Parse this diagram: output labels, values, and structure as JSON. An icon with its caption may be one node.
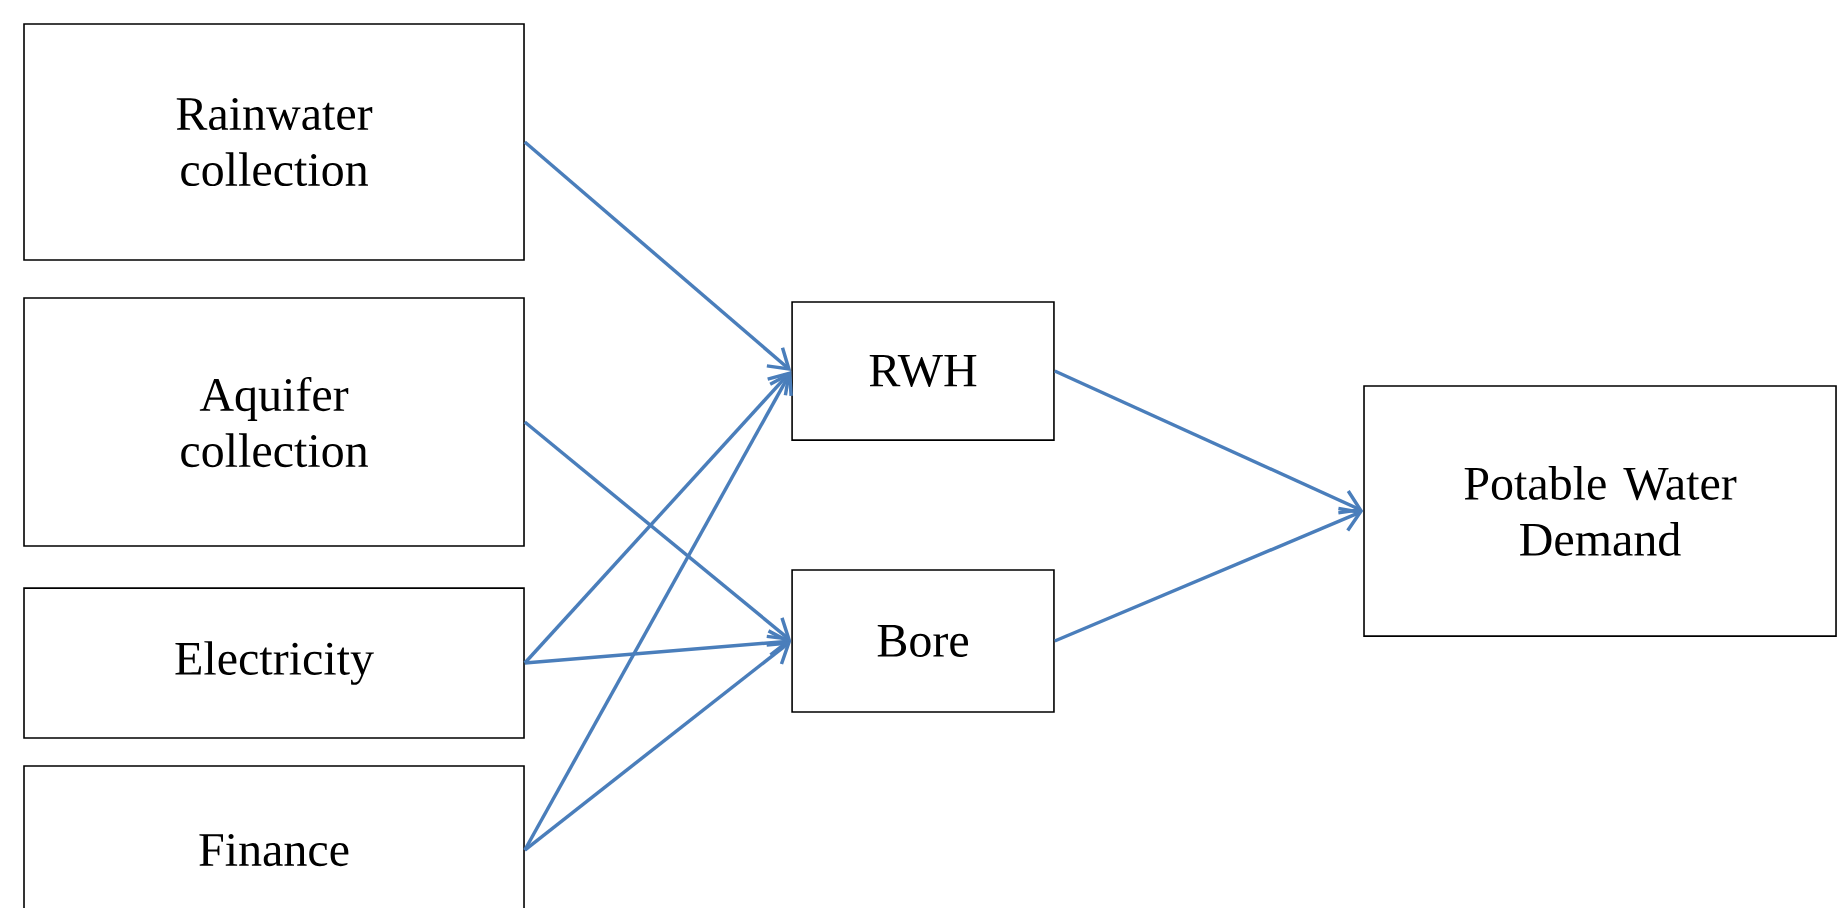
{
  "diagram": {
    "nodes": [
      {
        "text": [
          "Rainwater collection"
        ]
      },
      {
        "text": [
          "Aquifer collection"
        ]
      },
      {
        "text": [
          "Electricity"
        ]
      },
      {
        "text": [
          "Finance"
        ]
      },
      {
        "text": [
          "RWH"
        ]
      },
      {
        "text": [
          "Bore"
        ]
      },
      {
        "text": [
          "Potable Water Demand"
        ]
      }
    ],
    "edges": [
      {
        "from": 0,
        "to": 4,
        "arrow": "to"
      },
      {
        "from": 1,
        "to": 5,
        "arrow": "to"
      },
      {
        "from": 2,
        "to": 4,
        "arrow": "to"
      },
      {
        "from": 2,
        "to": 5,
        "arrow": "to"
      },
      {
        "from": 3,
        "to": 4,
        "arrow": "to"
      },
      {
        "from": 3,
        "to": 5,
        "arrow": "to"
      },
      {
        "from": 4,
        "to": 6,
        "arrow": "to"
      },
      {
        "from": 5,
        "to": 6,
        "arrow": "to"
      }
    ]
  }
}
